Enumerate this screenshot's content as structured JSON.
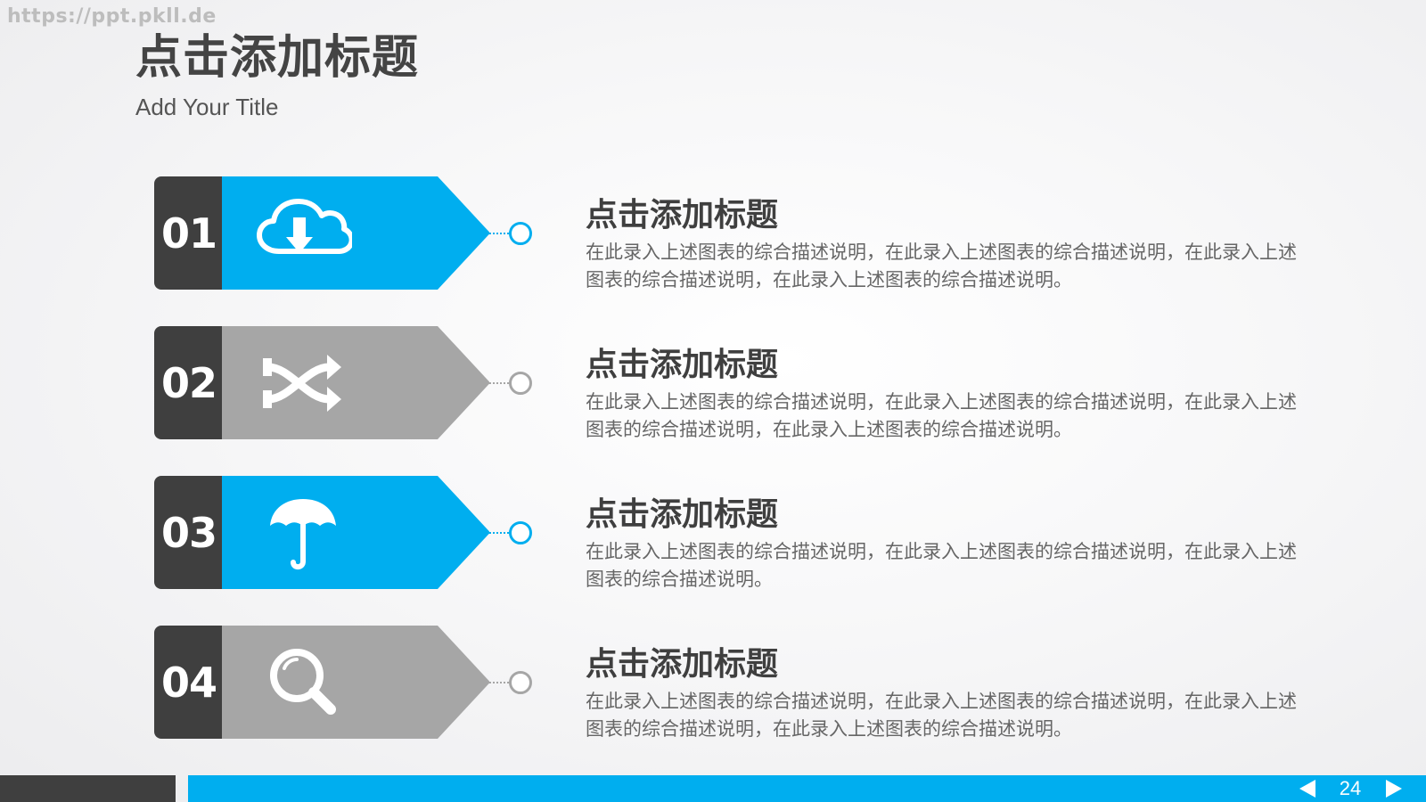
{
  "watermark": "https://ppt.pkll.de",
  "slide": {
    "title": "点击添加标题",
    "subtitle": "Add Your Title"
  },
  "colors": {
    "blue": "#00aeef",
    "gray": "#a6a6a6",
    "dark": "#3f3f3f"
  },
  "items": [
    {
      "number": "01",
      "icon": "cloud-download-icon",
      "accent": "blue",
      "title": "点击添加标题",
      "description": "在此录入上述图表的综合描述说明，在此录入上述图表的综合描述说明，在此录入上述图表的综合描述说明，在此录入上述图表的综合描述说明。"
    },
    {
      "number": "02",
      "icon": "shuffle-icon",
      "accent": "gray",
      "title": "点击添加标题",
      "description": "在此录入上述图表的综合描述说明，在此录入上述图表的综合描述说明，在此录入上述图表的综合描述说明，在此录入上述图表的综合描述说明。"
    },
    {
      "number": "03",
      "icon": "umbrella-icon",
      "accent": "blue",
      "title": "点击添加标题",
      "description": "在此录入上述图表的综合描述说明，在此录入上述图表的综合描述说明，在此录入上述图表的综合描述说明。"
    },
    {
      "number": "04",
      "icon": "search-icon",
      "accent": "gray",
      "title": "点击添加标题",
      "description": "在此录入上述图表的综合描述说明，在此录入上述图表的综合描述说明，在此录入上述图表的综合描述说明，在此录入上述图表的综合描述说明。"
    }
  ],
  "footer": {
    "page_number": "24"
  }
}
